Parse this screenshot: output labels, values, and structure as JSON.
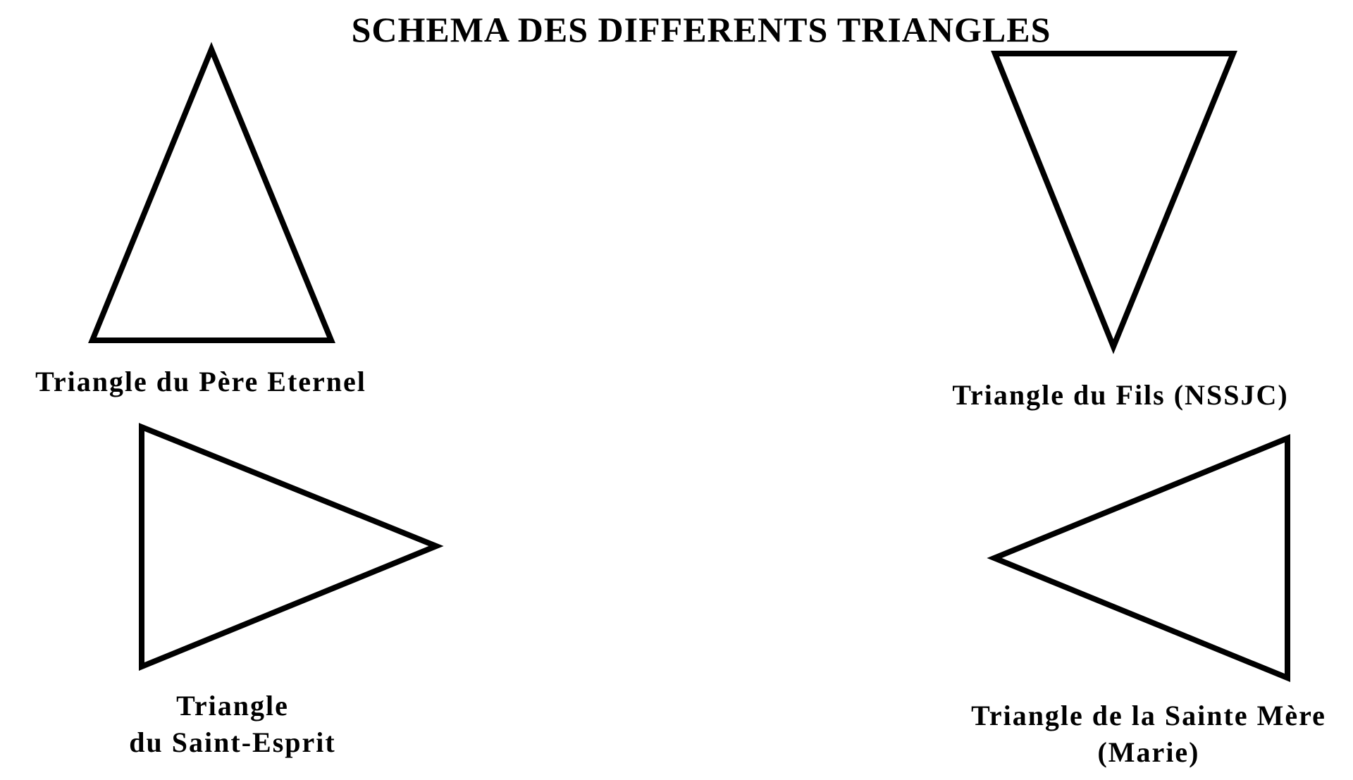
{
  "title": "SCHEMA DES DIFFERENTS TRIANGLES",
  "stroke_color": "#000000",
  "background_color": "#ffffff",
  "triangles": [
    {
      "orientation": "up",
      "label_lines": [
        "Triangle du Père Eternel"
      ]
    },
    {
      "orientation": "down",
      "label_lines": [
        "Triangle du Fils (NSSJC)"
      ]
    },
    {
      "orientation": "right",
      "label_lines": [
        "Triangle",
        "du Saint-Esprit"
      ]
    },
    {
      "orientation": "left",
      "label_lines": [
        "Triangle de la Sainte Mère",
        "(Marie)"
      ]
    }
  ]
}
